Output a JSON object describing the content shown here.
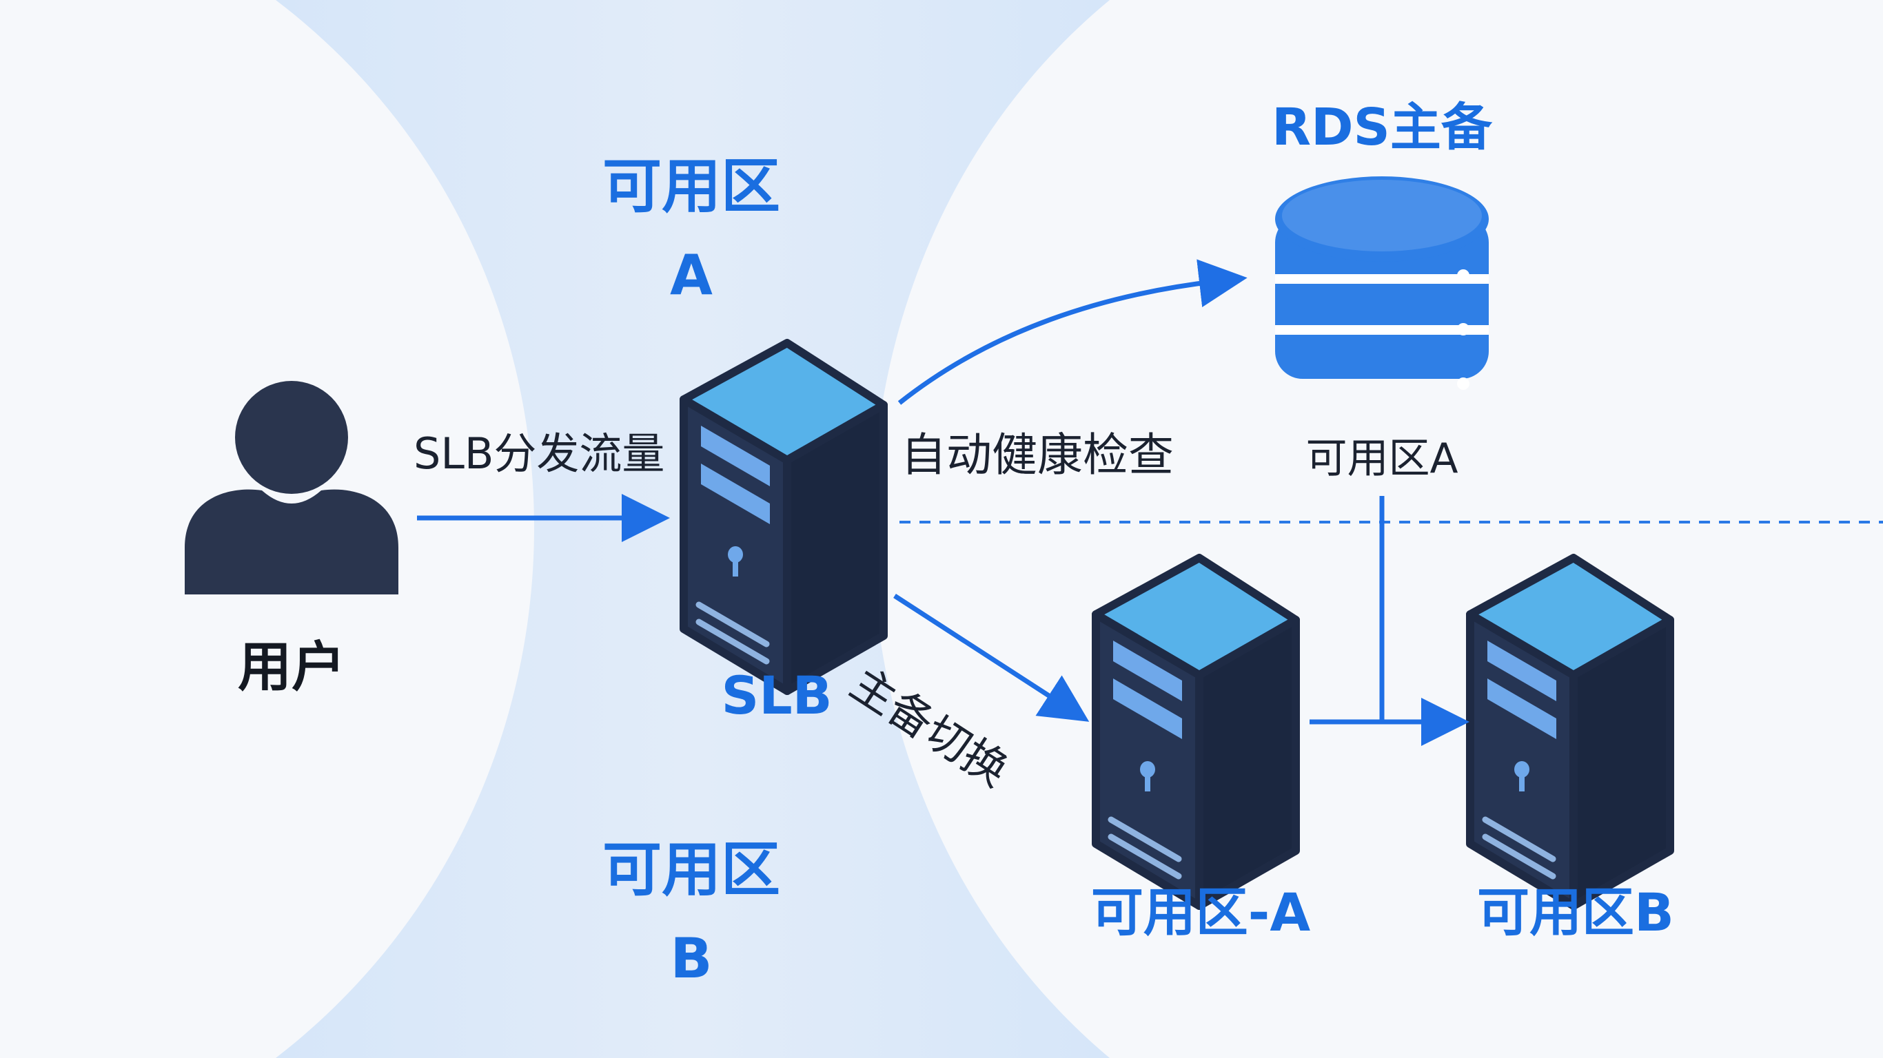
{
  "zone_a_top": {
    "line1": "可用区",
    "line2": "A"
  },
  "zone_b_bottom": {
    "line1": "可用区",
    "line2": "B"
  },
  "user": {
    "label": "用户",
    "icon": "user-icon"
  },
  "slb": {
    "label": "SLB",
    "icon": "server-icon"
  },
  "rds": {
    "title": "RDS主备",
    "zone_label": "可用区A",
    "icon": "database-icon"
  },
  "server_a": {
    "label": "可用区-A",
    "icon": "server-icon"
  },
  "server_b": {
    "label": "可用区B",
    "icon": "server-icon"
  },
  "edges": {
    "user_to_slb": "SLB分发流量",
    "slb_to_rds": "自动健康检查",
    "slb_to_server_a": "主备切换"
  },
  "colors": {
    "accent_blue": "#1a6ee0",
    "arrow_blue": "#1f6fe5",
    "server_dark": "#1e2a44",
    "server_top": "#57b2ea",
    "db_blue": "#2f7fe6",
    "user_dark": "#2a354e",
    "zone_band": "#dbe8f8"
  }
}
